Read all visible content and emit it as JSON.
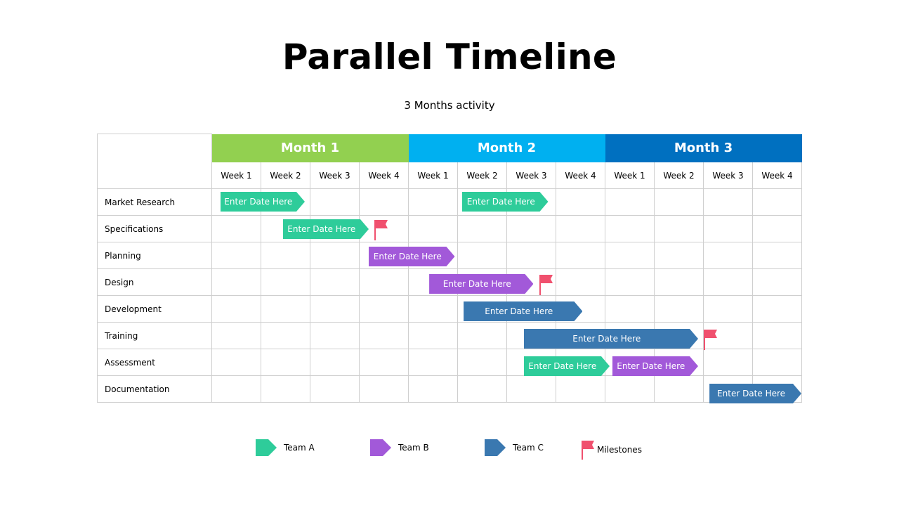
{
  "title": "Parallel Timeline",
  "subtitle": "3 Months activity",
  "months": [
    {
      "label": "Month 1",
      "color": "#92d050"
    },
    {
      "label": "Month 2",
      "color": "#00b0f0"
    },
    {
      "label": "Month 3",
      "color": "#0070c0"
    }
  ],
  "weeks": [
    "Week 1",
    "Week 2",
    "Week 3",
    "Week 4",
    "Week 1",
    "Week 2",
    "Week 3",
    "Week 4",
    "Week 1",
    "Week 2",
    "Week 3",
    "Week 4"
  ],
  "tasks": [
    "Market Research",
    "Specifications",
    "Planning",
    "Design",
    "Development",
    "Training",
    "Assessment",
    "Documentation"
  ],
  "teams": {
    "A": {
      "label": "Team A",
      "color": "#2ecc9a"
    },
    "B": {
      "label": "Team B",
      "color": "#a259d9"
    },
    "C": {
      "label": "Team C",
      "color": "#3a78b0"
    }
  },
  "milestone": {
    "label": "Milestones",
    "color": "#f0506e"
  },
  "bars": [
    {
      "task": 0,
      "team": "A",
      "start_week": 0.18,
      "end_week": 1.9,
      "label": "Enter Date Here"
    },
    {
      "task": 0,
      "team": "A",
      "start_week": 5.1,
      "end_week": 6.85,
      "label": "Enter Date Here"
    },
    {
      "task": 1,
      "team": "A",
      "start_week": 1.45,
      "end_week": 3.2,
      "label": "Enter Date Here"
    },
    {
      "task": 2,
      "team": "B",
      "start_week": 3.2,
      "end_week": 4.95,
      "label": "Enter Date Here"
    },
    {
      "task": 3,
      "team": "B",
      "start_week": 4.43,
      "end_week": 6.55,
      "label": "Enter Date Here"
    },
    {
      "task": 4,
      "team": "C",
      "start_week": 5.13,
      "end_week": 7.55,
      "label": "Enter Date Here"
    },
    {
      "task": 5,
      "team": "C",
      "start_week": 6.35,
      "end_week": 9.9,
      "label": "Enter Date Here"
    },
    {
      "task": 6,
      "team": "A",
      "start_week": 6.35,
      "end_week": 8.1,
      "label": "Enter Date Here"
    },
    {
      "task": 6,
      "team": "B",
      "start_week": 8.15,
      "end_week": 9.9,
      "label": "Enter Date Here"
    },
    {
      "task": 7,
      "team": "C",
      "start_week": 10.13,
      "end_week": 12.0,
      "label": "Enter Date Here"
    }
  ],
  "milestones": [
    {
      "task": 1,
      "week": 3.3
    },
    {
      "task": 3,
      "week": 6.65
    },
    {
      "task": 5,
      "week": 10.0
    }
  ]
}
